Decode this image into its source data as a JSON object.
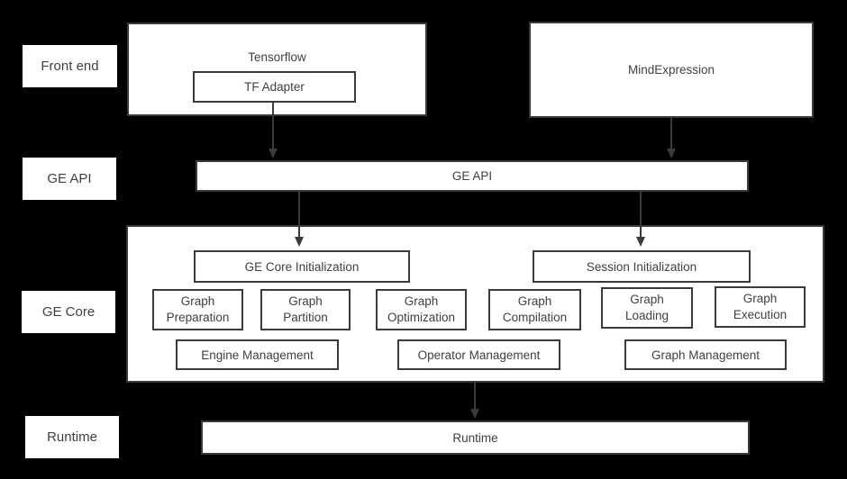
{
  "palette": {
    "background": "#000000",
    "box_fill": "#ffffff",
    "border": "#3a3a3a",
    "text": "#404040"
  },
  "side_labels": {
    "front_end": "Front end",
    "ge_api": "GE API",
    "ge_core": "GE Core",
    "runtime": "Runtime"
  },
  "front_end": {
    "tensorflow": "Tensorflow",
    "tf_adapter": "TF Adapter",
    "mind_expression": "MindExpression"
  },
  "ge_api": {
    "bar": "GE API"
  },
  "ge_core": {
    "ge_core_init": "GE Core Initialization",
    "session_init": "Session Initialization",
    "stages": [
      "Graph\nPreparation",
      "Graph\nPartition",
      "Graph\nOptimization",
      "Graph\nCompilation",
      "Graph\nLoading",
      "Graph\nExecution"
    ],
    "management": [
      "Engine Management",
      "Operator Management",
      "Graph Management"
    ]
  },
  "runtime": {
    "bar": "Runtime"
  }
}
